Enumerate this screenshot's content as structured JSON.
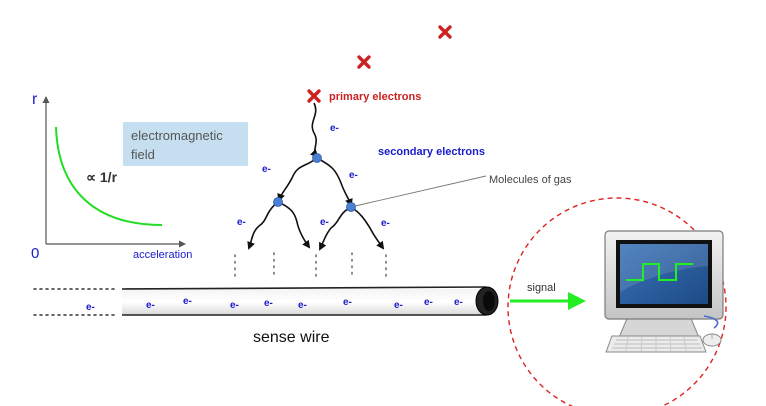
{
  "graph": {
    "axis_y_label": "r",
    "axis_origin_label": "0",
    "axis_x_label": "acceleration",
    "box_label_line1": "electromagnetic",
    "box_label_line2": "field",
    "proportional_label": "∝ 1/r"
  },
  "labels": {
    "primary": "primary electrons",
    "secondary": "secondary electrons",
    "molecules": "Molecules of gas",
    "signal": "signal",
    "sense_wire": "sense wire",
    "electron": "e-"
  },
  "colors": {
    "primary_red": "#cc2222",
    "electron_blue": "#1a1acc",
    "field_curve": "#22dd22",
    "field_box": "#c6dff0",
    "signal_arrow": "#22ee22",
    "dashed_circle": "#dd2222",
    "node": "#4a7fd4"
  },
  "icons": [
    "cross-icon",
    "computer-monitor-icon",
    "keyboard-icon",
    "mouse-icon"
  ]
}
